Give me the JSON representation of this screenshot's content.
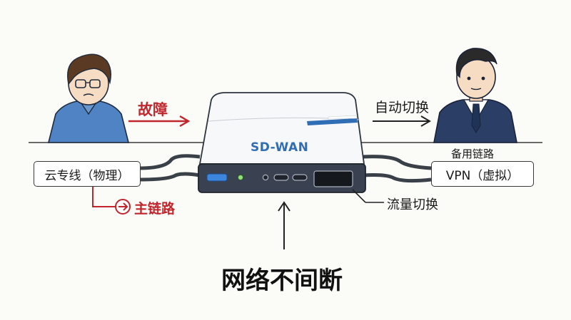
{
  "device_label": "SD-WAN",
  "labels": {
    "fault": "故障",
    "auto_switch": "自动切换",
    "backup_link": "备用链路",
    "primary_line": "云专线（物理）",
    "vpn_line": "VPN（虚拟）",
    "main_link": "主链路",
    "traffic_switch": "流量切换",
    "caption": "网络不间断"
  },
  "colors": {
    "accent_red": "#c0262c",
    "device_blue": "#2f6db5",
    "shirt_blue": "#4f83c4",
    "suit_navy": "#2b3e66"
  }
}
